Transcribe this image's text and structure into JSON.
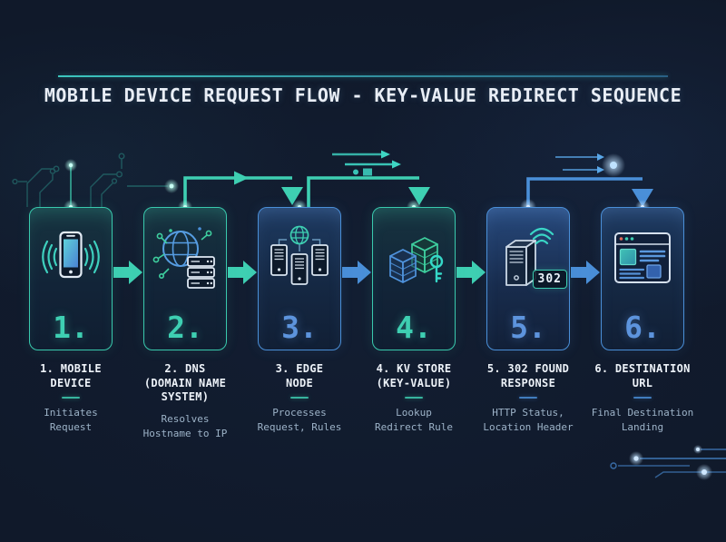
{
  "header": {
    "title": "MOBILE DEVICE REQUEST FLOW - KEY-VALUE REDIRECT SEQUENCE"
  },
  "colors": {
    "background": "#10192a",
    "teal_accent": "#3ecfb2",
    "blue_accent": "#4a8fd8",
    "title_text": "#e9eef6",
    "desc_text": "#9db3c8"
  },
  "steps": [
    {
      "number": "1.",
      "accent": "teal",
      "icon": "smartphone-signal-icon",
      "title": "1. MOBILE\nDEVICE",
      "show_divider": true,
      "desc": "Initiates\nRequest"
    },
    {
      "number": "2.",
      "accent": "teal",
      "icon": "globe-dns-servers-icon",
      "title": "2. DNS\n(DOMAIN NAME\nSYSTEM)",
      "show_divider": false,
      "desc": "Resolves\nHostname to IP"
    },
    {
      "number": "3.",
      "accent": "blue",
      "icon": "edge-node-servers-icon",
      "title": "3. EDGE\nNODE",
      "show_divider": true,
      "desc": "Processes\nRequest, Rules"
    },
    {
      "number": "4.",
      "accent": "teal",
      "icon": "kv-store-key-icon",
      "title": "4. KV STORE\n(KEY-VALUE)",
      "show_divider": true,
      "desc": "Lookup\nRedirect Rule"
    },
    {
      "number": "5.",
      "accent": "blue",
      "icon": "server-302-response-icon",
      "badge": "302",
      "title": "5. 302 FOUND\nRESPONSE",
      "show_divider": true,
      "desc": "HTTP Status,\nLocation Header"
    },
    {
      "number": "6.",
      "accent": "blue",
      "icon": "browser-destination-icon",
      "title": "6. DESTINATION\nURL",
      "show_divider": true,
      "desc": "Final Destination\nLanding"
    }
  ]
}
